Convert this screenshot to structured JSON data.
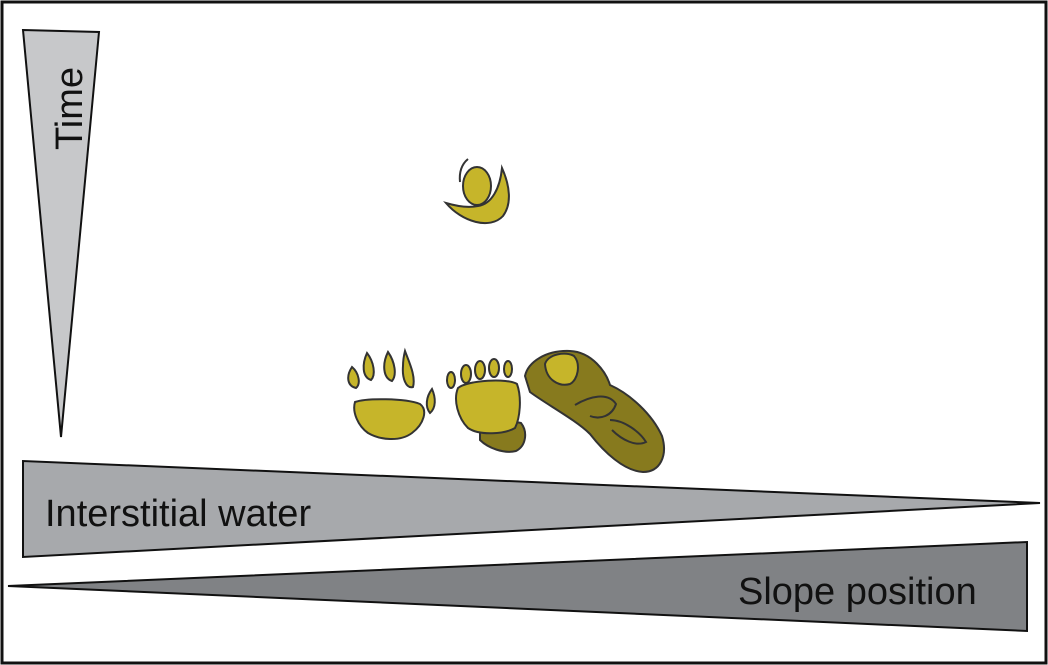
{
  "labels": {
    "time": "Time",
    "interstitial_water": "Interstitial water",
    "slope_position": "Slope position"
  },
  "colors": {
    "wedge_light": "#c7c8ca",
    "wedge_mid": "#a7a9ac",
    "wedge_dark": "#808285",
    "track_light": "#c6b52a",
    "track_dark": "#877a1e",
    "outline": "#333333"
  }
}
